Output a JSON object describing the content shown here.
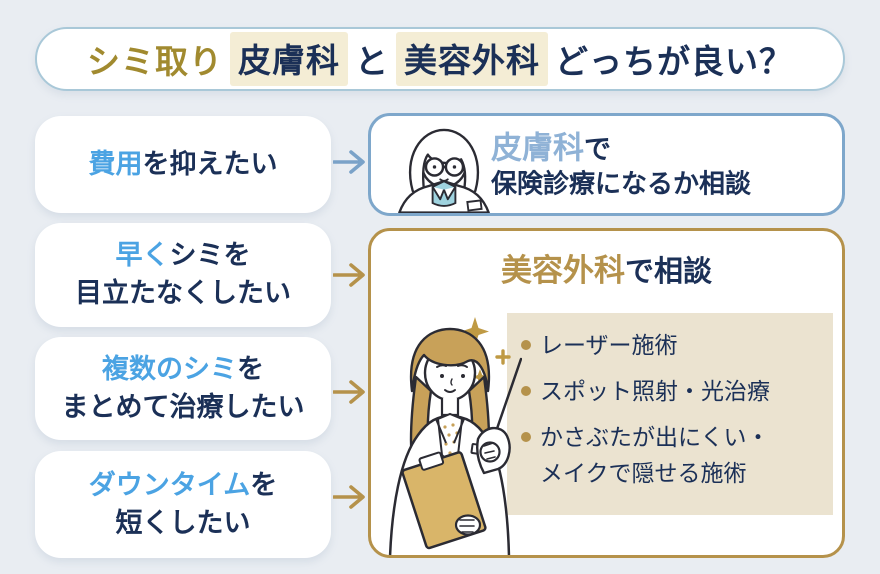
{
  "title": {
    "part1": "シミ取り",
    "part2": "皮膚科",
    "part3": "と",
    "part4": "美容外科",
    "part5": "どっちが良い？"
  },
  "needs": [
    {
      "id": "cost",
      "accent": "費用",
      "rest": "を抑えたい",
      "line2": ""
    },
    {
      "id": "speed",
      "accent": "早く",
      "rest": "シミを",
      "line2": "目立たなくしたい"
    },
    {
      "id": "multiple",
      "accent": "複数のシミ",
      "rest": "を",
      "line2": "まとめて治療したい"
    },
    {
      "id": "downtime",
      "accent": "ダウンタイム",
      "rest": "を",
      "line2": "短くしたい"
    }
  ],
  "dermatology": {
    "name": "皮膚科",
    "suffix": "で",
    "line2": "保険診療になるか相談"
  },
  "cosmetic": {
    "name": "美容外科",
    "suffix": "で相談",
    "treatments": [
      {
        "line1": "レーザー施術",
        "line2": ""
      },
      {
        "line1": "スポット照射・光治療",
        "line2": ""
      },
      {
        "line1": "かさぶたが出にくい・",
        "line2": "メイクで隠せる施術"
      }
    ]
  },
  "icons": {
    "arrow_to_dermatology": "arrow-right-icon (blue)",
    "arrows_to_cosmetic": "arrow-right-icon (gold) x3",
    "dermatologist": "female-dermatologist-illustration",
    "cosmetic_doctor": "female-cosmetic-doctor-with-pointer-illustration",
    "sparkles": "gold-sparkle-decoration"
  },
  "colors": {
    "page_background": "#e9edf2",
    "navy_text": "#1b3057",
    "title_gold": "#a18a2f",
    "gold_accent": "#b5924b",
    "light_blue_accent": "#4ba3e3",
    "dermatology_name_blue": "#8fb2d6",
    "title_border_blue": "#a9c8d8",
    "dermatology_border_blue": "#7ea7cb",
    "highlight_cream": "#f4edd5",
    "treatment_panel_cream": "#ebe3d0",
    "arrow_blue": "#7aa2c8",
    "arrow_gold": "#b5924b",
    "shirt_teal": "#9fd3df",
    "hair_tan": "#c8a159",
    "clipboard_tan": "#d9b569"
  }
}
